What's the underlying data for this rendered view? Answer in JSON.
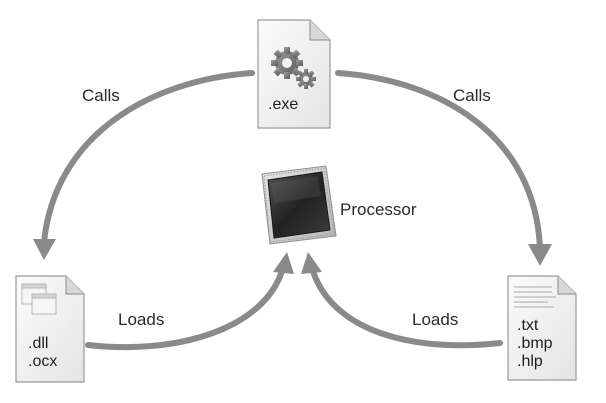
{
  "nodes": {
    "exe": {
      "label": ".exe",
      "icon": "gears-icon"
    },
    "dll": {
      "lines": [
        ".dll",
        ".ocx"
      ],
      "icon": "windows-icon"
    },
    "data": {
      "lines": [
        ".txt",
        ".bmp",
        ".hlp"
      ],
      "icon": "text-lines-icon"
    },
    "processor": {
      "label": "Processor",
      "icon": "cpu-chip-icon"
    }
  },
  "edges": {
    "calls_left": "Calls",
    "calls_right": "Calls",
    "loads_left": "Loads",
    "loads_right": "Loads"
  },
  "colors": {
    "arrow": "#8a8a8a",
    "file_fill": "#f2f2f2",
    "file_stroke": "#9a9a9a",
    "chip_dark": "#2e2e2e",
    "text": "#2a2a2a"
  }
}
